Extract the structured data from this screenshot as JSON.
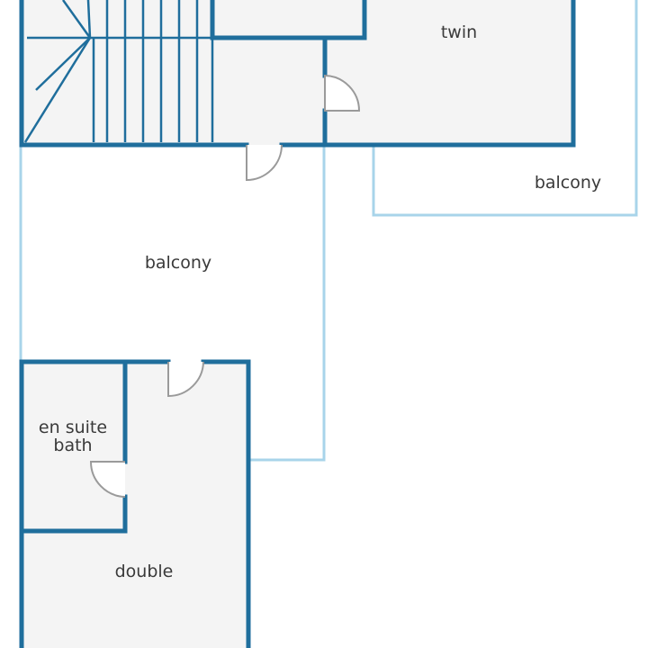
{
  "colors": {
    "wall": "#1f6e9c",
    "balcony_edge": "#a8d4ea",
    "floor": "#f4f4f4",
    "door": "#9a9a9a",
    "background": "#ffffff"
  },
  "rooms": {
    "twin": "twin",
    "balcony_right": "balcony",
    "balcony_main": "balcony",
    "en_suite_line1": "en suite",
    "en_suite_line2": "bath",
    "double": "double"
  },
  "icons": {
    "stair": "staircase-icon",
    "door": "door-swing-icon"
  }
}
